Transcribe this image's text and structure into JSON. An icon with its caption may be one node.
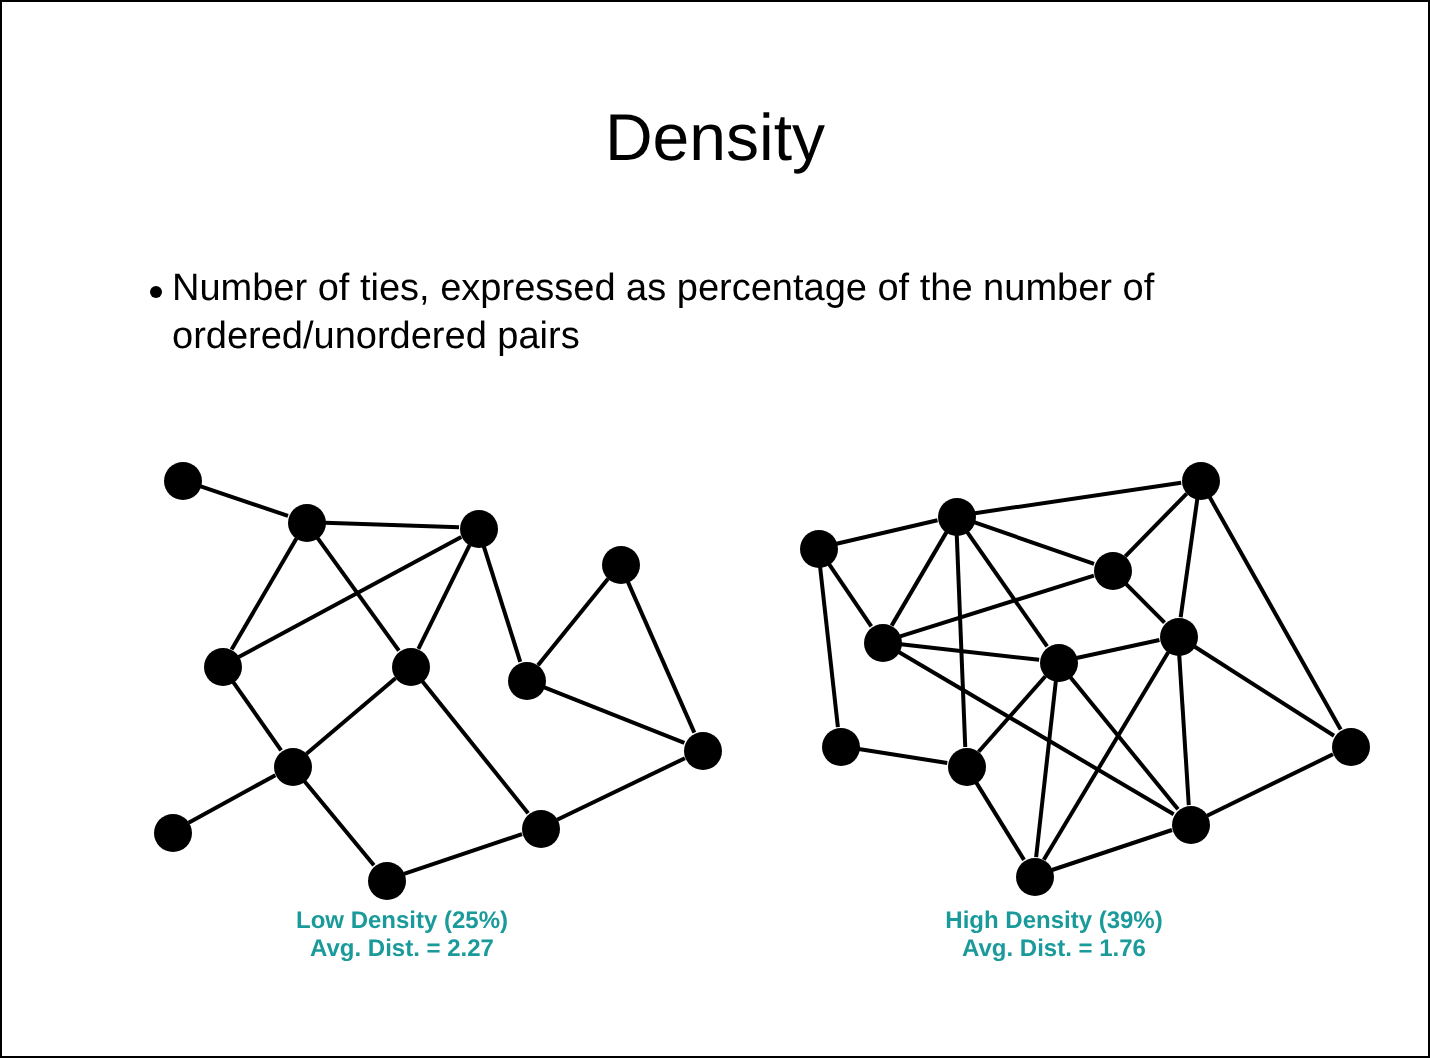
{
  "diagram": {
    "title": "Density",
    "nodes": [
      {
        "text": [],
        "shape": "circle"
      },
      {
        "text": [],
        "shape": "circle"
      },
      {
        "text": [],
        "shape": "circle"
      },
      {
        "text": [],
        "shape": "circle"
      },
      {
        "text": [],
        "shape": "circle"
      },
      {
        "text": [],
        "shape": "circle"
      },
      {
        "text": [],
        "shape": "circle"
      },
      {
        "text": [],
        "shape": "circle"
      },
      {
        "text": [],
        "shape": "circle"
      },
      {
        "text": [],
        "shape": "circle"
      },
      {
        "text": [],
        "shape": "circle"
      },
      {
        "text": [],
        "shape": "circle"
      },
      {
        "text": [],
        "shape": "circle"
      },
      {
        "text": [],
        "shape": "circle"
      },
      {
        "text": [],
        "shape": "circle"
      },
      {
        "text": [],
        "shape": "circle"
      },
      {
        "text": [],
        "shape": "circle"
      },
      {
        "text": [],
        "shape": "circle"
      },
      {
        "text": [],
        "shape": "circle"
      },
      {
        "text": [],
        "shape": "circle"
      },
      {
        "text": [],
        "shape": "circle"
      },
      {
        "text": [],
        "shape": "circle"
      },
      {
        "text": [],
        "shape": "circle"
      },
      {
        "text": [],
        "shape": "circle"
      }
    ],
    "edges": [
      {
        "from": 0,
        "to": 1,
        "arrow": "none"
      },
      {
        "from": 1,
        "to": 2,
        "arrow": "none"
      },
      {
        "from": 1,
        "to": 4,
        "arrow": "none"
      },
      {
        "from": 1,
        "to": 5,
        "arrow": "none"
      },
      {
        "from": 2,
        "to": 4,
        "arrow": "none"
      },
      {
        "from": 2,
        "to": 5,
        "arrow": "none"
      },
      {
        "from": 2,
        "to": 6,
        "arrow": "none"
      },
      {
        "from": 3,
        "to": 6,
        "arrow": "none"
      },
      {
        "from": 3,
        "to": 8,
        "arrow": "none"
      },
      {
        "from": 6,
        "to": 8,
        "arrow": "none"
      },
      {
        "from": 4,
        "to": 7,
        "arrow": "none"
      },
      {
        "from": 5,
        "to": 7,
        "arrow": "none"
      },
      {
        "from": 5,
        "to": 10,
        "arrow": "none"
      },
      {
        "from": 7,
        "to": 9,
        "arrow": "none"
      },
      {
        "from": 7,
        "to": 11,
        "arrow": "none"
      },
      {
        "from": 11,
        "to": 10,
        "arrow": "none"
      },
      {
        "from": 10,
        "to": 8,
        "arrow": "none"
      },
      {
        "from": 14,
        "to": 13,
        "arrow": "none"
      },
      {
        "from": 13,
        "to": 12,
        "arrow": "none"
      },
      {
        "from": 13,
        "to": 16,
        "arrow": "none"
      },
      {
        "from": 13,
        "to": 21,
        "arrow": "none"
      },
      {
        "from": 13,
        "to": 18,
        "arrow": "none"
      },
      {
        "from": 13,
        "to": 15,
        "arrow": "none"
      },
      {
        "from": 14,
        "to": 16,
        "arrow": "none"
      },
      {
        "from": 14,
        "to": 20,
        "arrow": "none"
      },
      {
        "from": 12,
        "to": 15,
        "arrow": "none"
      },
      {
        "from": 12,
        "to": 17,
        "arrow": "none"
      },
      {
        "from": 12,
        "to": 19,
        "arrow": "none"
      },
      {
        "from": 16,
        "to": 15,
        "arrow": "none"
      },
      {
        "from": 16,
        "to": 18,
        "arrow": "none"
      },
      {
        "from": 16,
        "to": 22,
        "arrow": "none"
      },
      {
        "from": 15,
        "to": 17,
        "arrow": "none"
      },
      {
        "from": 18,
        "to": 17,
        "arrow": "none"
      },
      {
        "from": 18,
        "to": 21,
        "arrow": "none"
      },
      {
        "from": 18,
        "to": 23,
        "arrow": "none"
      },
      {
        "from": 18,
        "to": 22,
        "arrow": "none"
      },
      {
        "from": 17,
        "to": 23,
        "arrow": "none"
      },
      {
        "from": 17,
        "to": 22,
        "arrow": "none"
      },
      {
        "from": 17,
        "to": 19,
        "arrow": "none"
      },
      {
        "from": 20,
        "to": 21,
        "arrow": "none"
      },
      {
        "from": 21,
        "to": 23,
        "arrow": "none"
      },
      {
        "from": 23,
        "to": 22,
        "arrow": "none"
      },
      {
        "from": 22,
        "to": 19,
        "arrow": "none"
      }
    ],
    "labels": [
      "Number of ties, expressed as percentage of the number of ordered/unordered pairs",
      "Low Density (25%)",
      "Avg. Dist. = 2.27",
      "High Density (39%)",
      "Avg. Dist. = 1.76"
    ]
  }
}
